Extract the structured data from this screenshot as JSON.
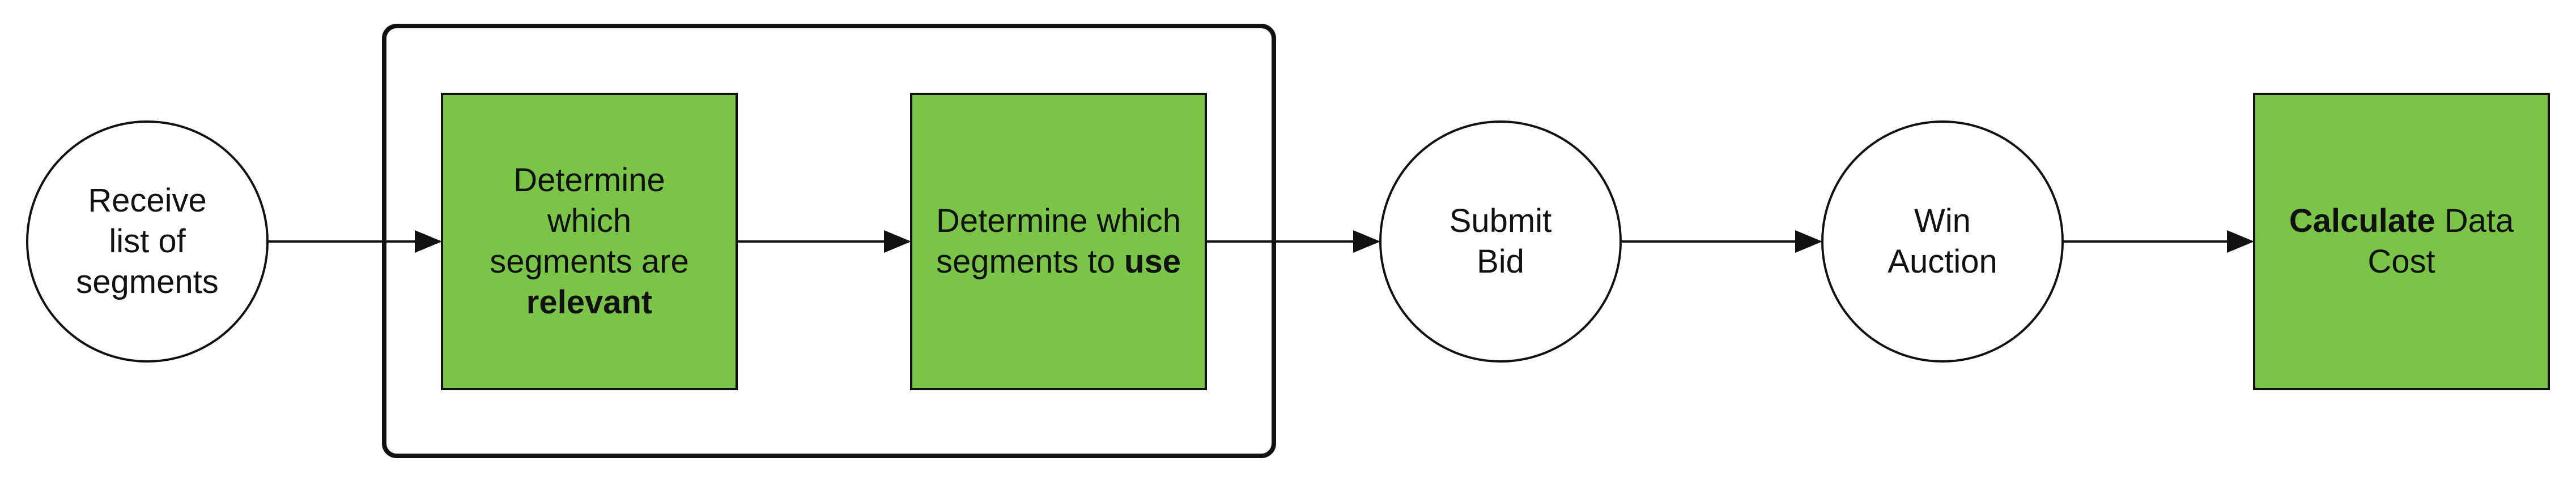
{
  "colors": {
    "green_fill": "#7AC548",
    "stroke": "#111111",
    "background": "#FFFFFF"
  },
  "nodes": {
    "receive": {
      "shape": "circle",
      "lines": [
        "Receive",
        "list of",
        "segments"
      ]
    },
    "relevant": {
      "shape": "rect",
      "fill": "green",
      "line1": "Determine",
      "line2": "which",
      "line3": "segments are",
      "line4_bold": "relevant"
    },
    "use": {
      "shape": "rect",
      "fill": "green",
      "line1": "Determine which",
      "line2_prefix": "segments to ",
      "line2_bold": "use"
    },
    "submit": {
      "shape": "circle",
      "lines": [
        "Submit",
        "Bid"
      ]
    },
    "win": {
      "shape": "circle",
      "lines": [
        "Win",
        "Auction"
      ]
    },
    "calculate": {
      "shape": "rect",
      "fill": "green",
      "line1_bold": "Calculate",
      "line1_suffix": " Data",
      "line2": "Cost"
    }
  },
  "group": {
    "style": "rounded-rect",
    "contains": [
      "relevant",
      "use"
    ]
  },
  "edges": [
    {
      "from": "receive",
      "to": "relevant"
    },
    {
      "from": "relevant",
      "to": "use"
    },
    {
      "from": "use",
      "to": "submit"
    },
    {
      "from": "submit",
      "to": "win"
    },
    {
      "from": "win",
      "to": "calculate"
    }
  ]
}
